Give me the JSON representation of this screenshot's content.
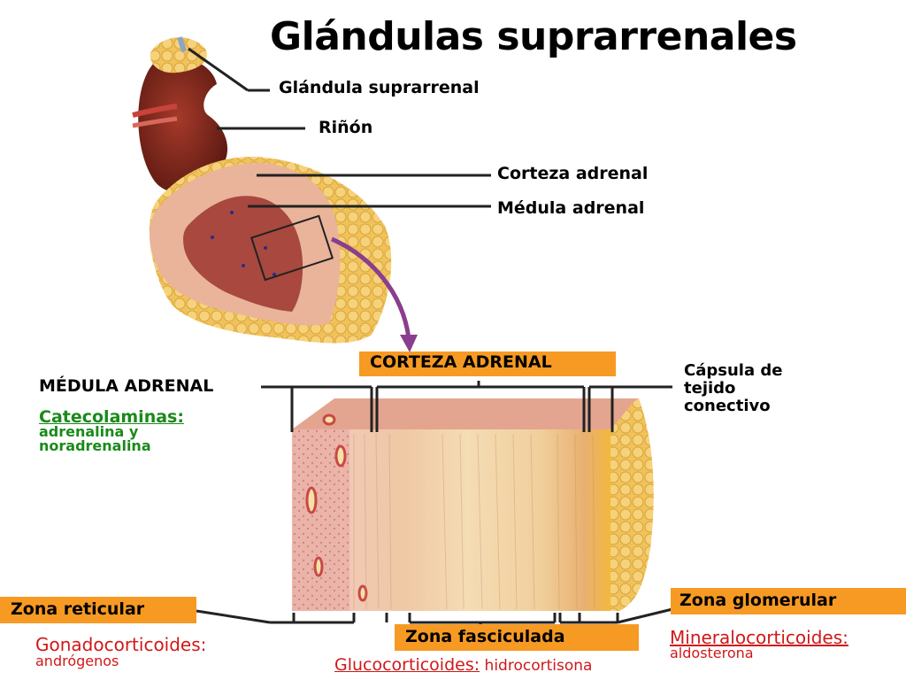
{
  "title": "Glándulas suprarrenales",
  "labels": {
    "glandula": "Glándula suprarrenal",
    "rinon": "Riñón",
    "corteza": "Corteza adrenal",
    "medula": "Médula adrenal",
    "corteza_caps": "CORTEZA ADRENAL",
    "medula_caps": "MÉDULA ADRENAL",
    "capsula_1": "Cápsula de",
    "capsula_2": "tejido",
    "capsula_3": "conectivo",
    "catecolaminas": "Catecolaminas:",
    "adrenalina": "adrenalina y",
    "noradrenalina": "noradrenalina",
    "zona_reticular": "Zona reticular",
    "zona_fasciculada": "Zona fasciculada",
    "zona_glomerular": "Zona glomerular",
    "gonado_title": "Gonadocorticoides:",
    "gonado_sub": "andrógenos",
    "gluco_title": "Glucocorticoides:",
    "gluco_sub": " hidrocortisona",
    "mineral_title": "Mineralocorticoides:",
    "mineral_sub": "aldosterona"
  },
  "colors": {
    "orange_box": "#f79a23",
    "green_text": "#1a8a1a",
    "red_text": "#d01818",
    "arrow": "#8a3e8e"
  }
}
